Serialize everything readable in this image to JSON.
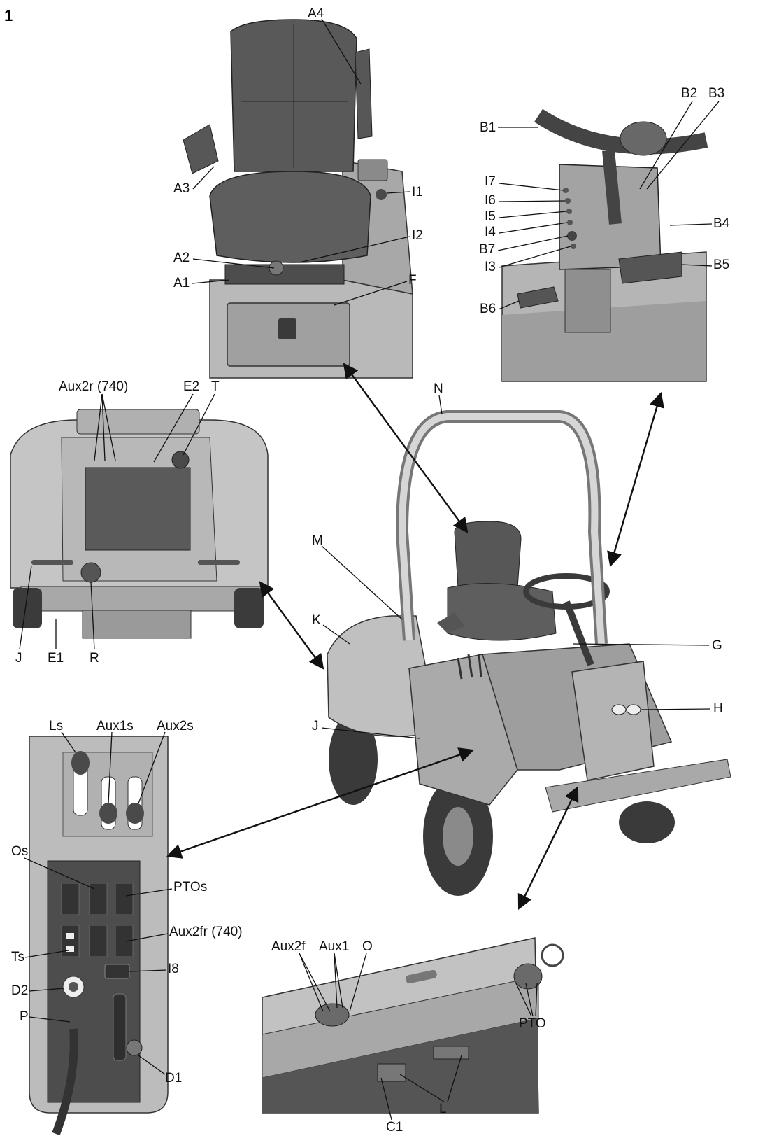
{
  "figure_number": "1",
  "panels": {
    "seat": {
      "labels": {
        "a4": "A4",
        "a3": "A3",
        "a2": "A2",
        "a1": "A1",
        "i1": "I1",
        "i2": "I2",
        "f": "F"
      }
    },
    "steering": {
      "labels": {
        "b1": "B1",
        "b2": "B2",
        "b3": "B3",
        "i7": "I7",
        "i6": "I6",
        "i5": "I5",
        "i4": "I4",
        "b7": "B7",
        "i3": "I3",
        "b4": "B4",
        "b5": "B5",
        "b6": "B6"
      }
    },
    "rear": {
      "labels": {
        "aux2r": "Aux2r (740)",
        "e2": "E2",
        "t": "T",
        "j": "J",
        "e1": "E1",
        "r": "R"
      }
    },
    "mower": {
      "labels": {
        "n": "N",
        "m": "M",
        "k": "K",
        "g": "G",
        "j": "J",
        "h": "H"
      }
    },
    "control_panel": {
      "labels": {
        "ls": "Ls",
        "aux1s": "Aux1s",
        "aux2s": "Aux2s",
        "os": "Os",
        "ptos": "PTOs",
        "aux2fr": "Aux2fr (740)",
        "ts": "Ts",
        "i8": "I8",
        "d2": "D2",
        "p": "P",
        "d1": "D1"
      }
    },
    "front_hitch": {
      "labels": {
        "aux2f": "Aux2f",
        "aux1": "Aux1",
        "o": "O",
        "pto": "PTO",
        "c1": "C1",
        "l": "L"
      }
    }
  },
  "colors": {
    "ink": "#111111",
    "body_light": "#c4c4c4",
    "body_mid": "#9a9a9a",
    "body_dark": "#4a4a4a",
    "seat": "#555555"
  }
}
